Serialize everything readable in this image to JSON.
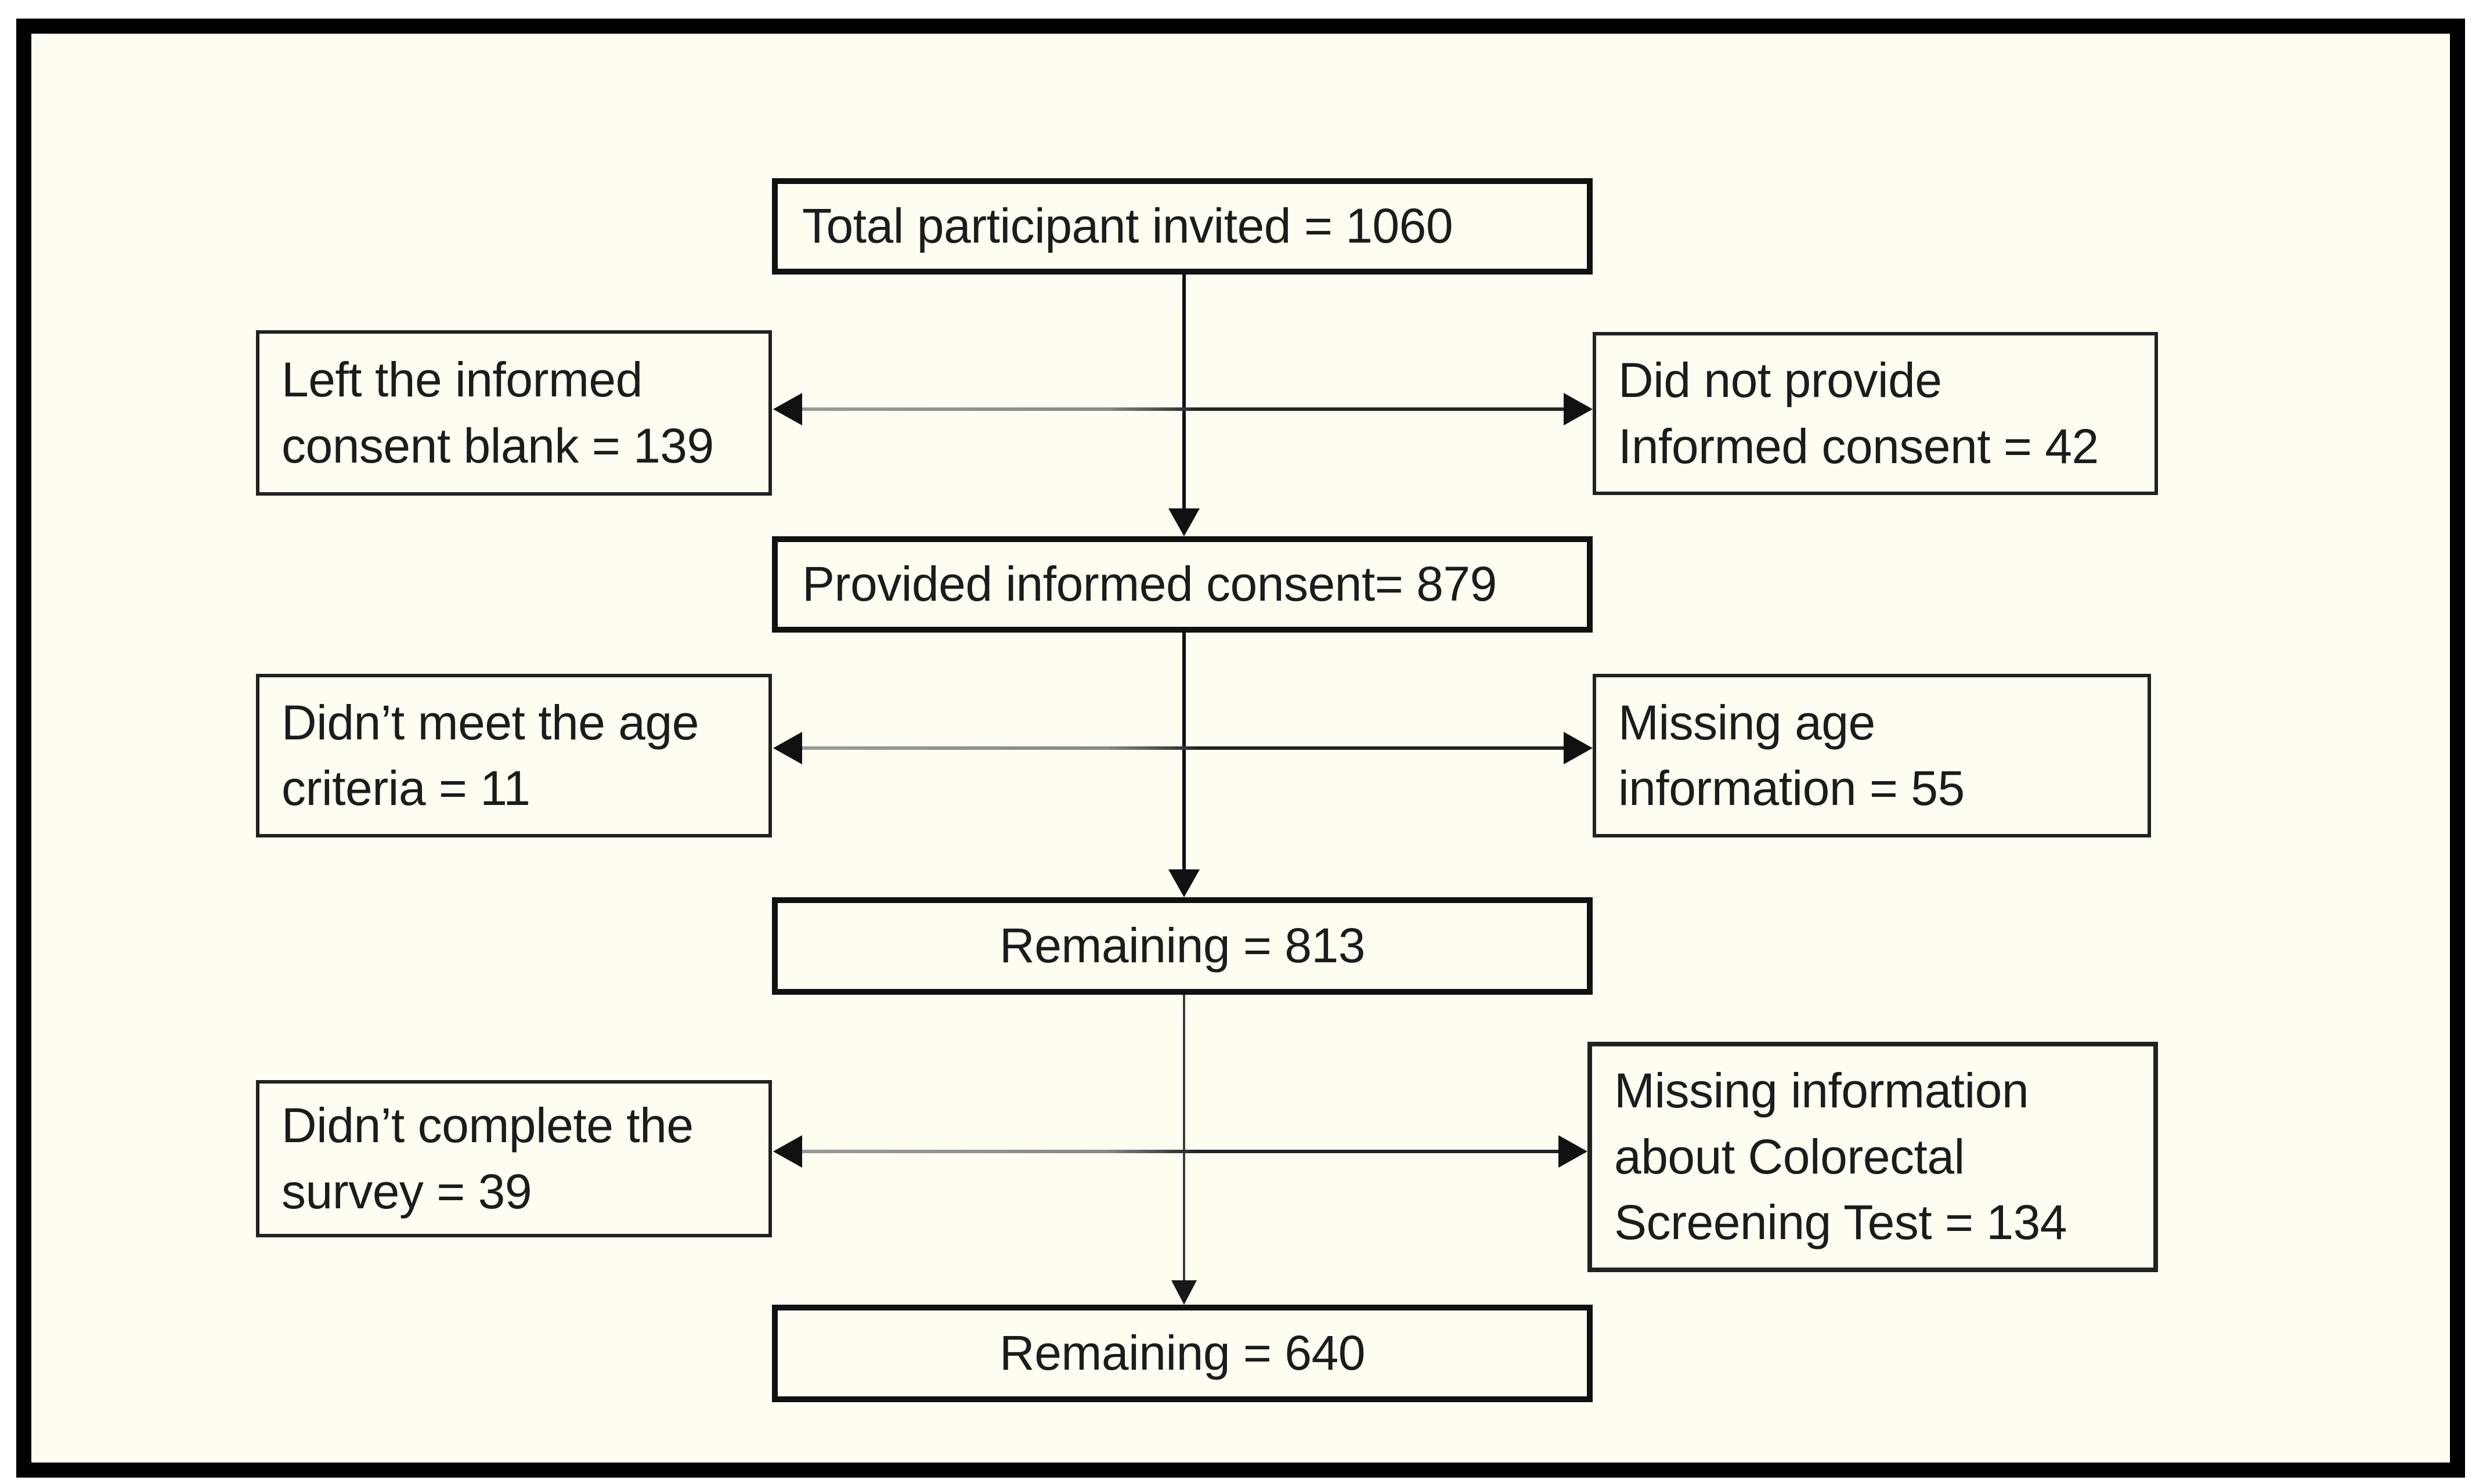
{
  "colors": {
    "background": "#fffdf2",
    "frame_border": "#000000",
    "box_border": "#1a1a1a",
    "text": "#1c1c1c",
    "arrow_dark": "#242424",
    "arrow_light": "#9a9a9a"
  },
  "boxes": {
    "invited": {
      "label": "Total participant invited = 1060"
    },
    "left_blank": {
      "lines": [
        "Left the informed",
        "consent blank = 139"
      ]
    },
    "no_consent": {
      "lines": [
        "Did not provide",
        "Informed consent = 42"
      ]
    },
    "provided": {
      "label": "Provided informed consent= 879"
    },
    "age_criteria": {
      "lines": [
        "Didn’t meet the age",
        "criteria = 11"
      ]
    },
    "missing_age": {
      "lines": [
        "Missing age",
        "information = 55"
      ]
    },
    "remaining_813": {
      "label": "Remaining = 813"
    },
    "no_survey": {
      "lines": [
        "Didn’t complete the",
        "survey = 39"
      ]
    },
    "missing_crc": {
      "lines": [
        "Missing information",
        "about Colorectal",
        "Screening Test = 134"
      ]
    },
    "remaining_640": {
      "label": "Remaining = 640"
    }
  }
}
